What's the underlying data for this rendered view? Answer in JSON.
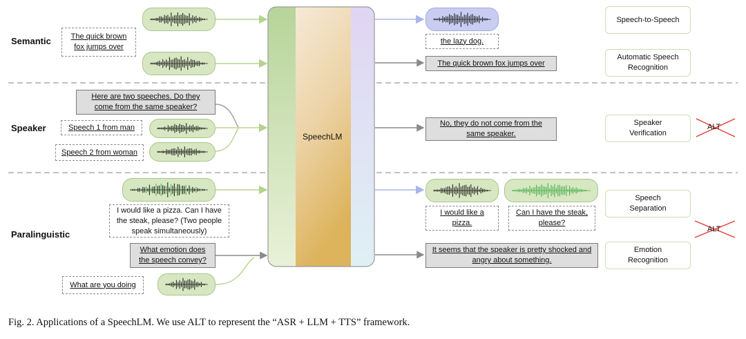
{
  "sections": {
    "semantic": "Semantic",
    "speaker": "Speaker",
    "paralinguistic": "Paralinguistic"
  },
  "model": {
    "label": "SpeechLM"
  },
  "inputs": {
    "semantic_text": "The quick brown fox jumps over",
    "speaker_question": "Here are two speeches. Do they come from the same speaker?",
    "speech1": "Speech 1 from man",
    "speech2": "Speech 2 from woman",
    "para_mixed": "I would like a pizza. Can I have the steak, please? (Two people speak simultaneously)",
    "para_question": "What emotion does the speech convey?",
    "para_doing": "What are you doing"
  },
  "outputs": {
    "lazy_dog": "the lazy dog.",
    "asr_text": "The quick brown fox jumps over",
    "speaker_answer": "No, they do not come from the same speaker.",
    "sep1": "I would like a pizza.",
    "sep2": "Can I have the steak, please?",
    "emotion_answer": "It seems that the speaker is pretty shocked and angry about something."
  },
  "tasks": {
    "s2s": "Speech-to-Speech",
    "asr": "Automatic Speech Recognition",
    "sv": "Speaker Verification",
    "ss": "Speech Separation",
    "er": "Emotion Recognition"
  },
  "alt_label": "ALT",
  "caption": "Fig. 2.  Applications of a SpeechLM. We use ALT to represent the “ASR + LLM + TTS” framework.",
  "colors": {
    "wave_fill": "#d7e7c1",
    "wave_purple": "#c9cdf2",
    "wave_green_lines": "#4caf50",
    "cross_red": "#e53935"
  }
}
